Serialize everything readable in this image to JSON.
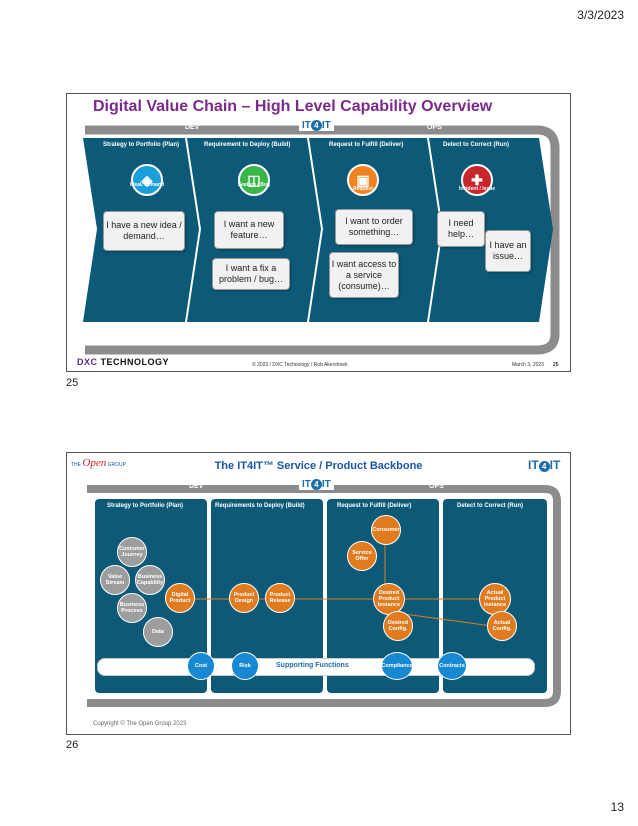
{
  "page": {
    "date": "3/3/2023",
    "slide_numbers": [
      "25",
      "26"
    ],
    "page_number": "13"
  },
  "slide1": {
    "title": "Digital Value Chain – High Level Capability Overview",
    "dev": "DEV",
    "ops": "OPS",
    "logo_left": "IT",
    "logo_four": "4",
    "logo_right": "IT",
    "streams": [
      {
        "title": "Strategy to Portfolio (Plan)",
        "icon": "lightbulb-icon",
        "icon_label": "Ideal/ Demand",
        "color": "#1a9fd8"
      },
      {
        "title": "Requirement to Deploy (Build)",
        "icon": "chat-icon",
        "icon_label": "Feature / Bug",
        "color": "#39b54a"
      },
      {
        "title": "Request to Fulfill (Deliver)",
        "icon": "cart-icon",
        "icon_label": "Request",
        "color": "#f08221"
      },
      {
        "title": "Detect to Correct (Run)",
        "icon": "plus-icon",
        "icon_label": "Incident / Issue",
        "color": "#c9252c"
      }
    ],
    "bubbles": {
      "idea": "I have a new idea / demand…",
      "feature": "I want a new feature…",
      "fix": "I want a fix a problem / bug…",
      "order": "I want to order something…",
      "access": "I want access to a service (consume)…",
      "help": "I need help…",
      "issue": "I have an issue…"
    },
    "footer": {
      "company": "TECHNOLOGY",
      "copyright": "© 2023 / DXC Technology / Rob Akershoek",
      "date": "March 3, 2023",
      "slide": "25"
    }
  },
  "slide2": {
    "title": "The IT4IT™ Service / Product Backbone",
    "opengroup_the": "THE",
    "opengroup_open": "Open",
    "opengroup_group": "GROUP",
    "dev": "DEV",
    "ops": "OPS",
    "logo_left": "IT",
    "logo_four": "4",
    "logo_right": "IT",
    "streams": [
      "Strategy to Portfolio (Plan)",
      "Requirements to Deploy (Build)",
      "Request to Fulfill (Deliver)",
      "Detect to Correct (Run)"
    ],
    "nodes": {
      "customer_journey": "Customer Journey",
      "value_stream": "Value Stream",
      "business_capability": "Business Capability",
      "business_process": "Business Process",
      "data": "Data",
      "digital_product": "Digital Product",
      "product_design": "Product Design",
      "product_release": "Product Release",
      "consumer": "Consumer",
      "service_offer": "Service Offer",
      "desired_product_instance": "Desired Product Instance",
      "desired_config": "Desired Config.",
      "actual_product_instance": "Actual Product Instance",
      "actual_config": "Actual Config."
    },
    "supporting": {
      "label": "Supporting Functions",
      "cost": "Cost",
      "risk": "Risk",
      "compliance": "Compliance",
      "contracts": "Contracts"
    },
    "copyright": "Copyright © The Open Group 2023"
  },
  "colors": {
    "teal_panel": "#0d5a78",
    "grey_ring": "#8c8c8c",
    "title_purple": "#7b2a8c",
    "title_blue": "#1a56a6",
    "orange_node": "#e07b20",
    "blue_node": "#1789d2",
    "grey_node": "#9d9d9d"
  }
}
